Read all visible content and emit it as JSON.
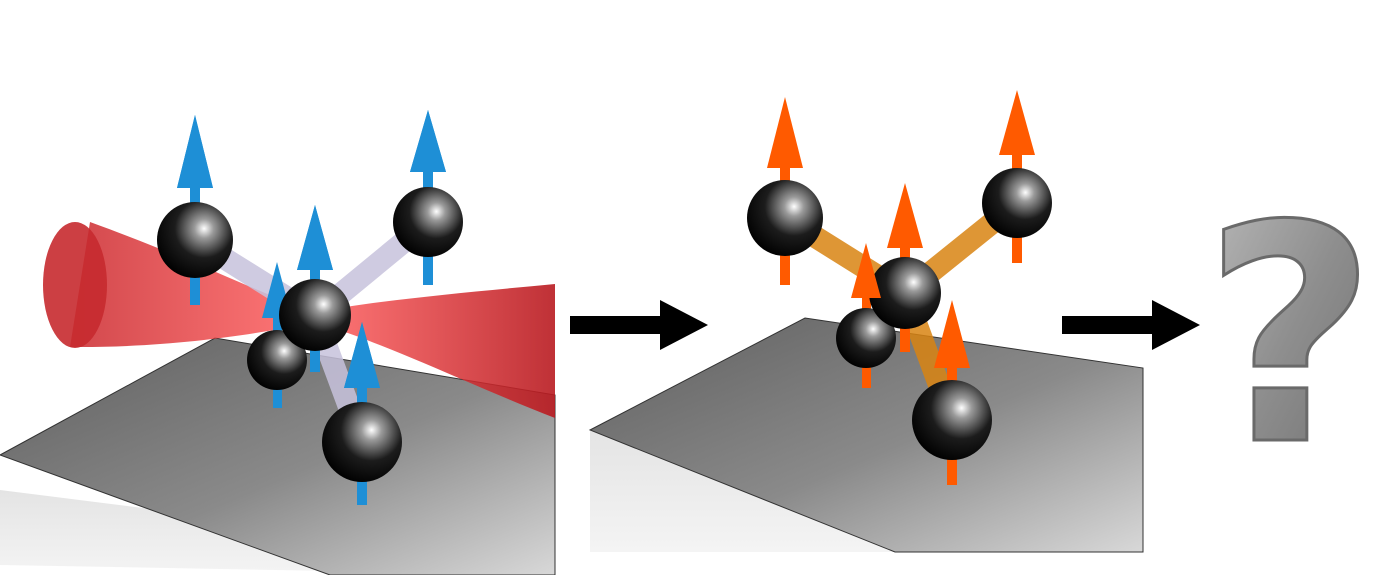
{
  "figure": {
    "panels": [
      {
        "id": "panel-1",
        "description_label": "",
        "spin_color": "#1e8fd6",
        "bond_color": "#b9b3d4",
        "laser_color": "#e0222a",
        "has_laser": true,
        "atom_count": 5
      },
      {
        "id": "panel-2",
        "description_label": "",
        "spin_color": "#ff5a00",
        "bond_color": "#e08a1a",
        "has_laser": false,
        "atom_count": 5
      }
    ],
    "arrows": [
      {
        "id": "arrow-1",
        "color": "#000000"
      },
      {
        "id": "arrow-2",
        "color": "#000000"
      }
    ],
    "unknown_outcome": {
      "symbol": "?",
      "color": "#8e8e8e"
    }
  }
}
